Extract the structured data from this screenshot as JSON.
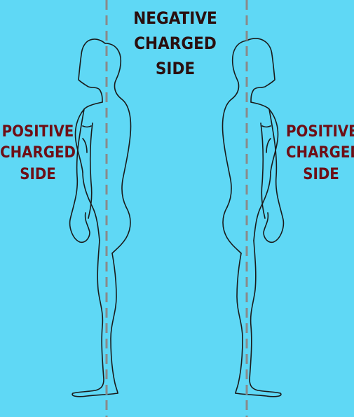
{
  "labels": {
    "negative": [
      "NEGATIVE",
      "CHARGED",
      "SIDE"
    ],
    "positive_left": [
      "POSITIVE",
      "CHARGED",
      "SIDE"
    ],
    "positive_right": [
      "POSITIVE",
      "CHARGED",
      "SIDE"
    ]
  },
  "colors": {
    "background": "#5fd8f5",
    "negative_text": "#2a0f0f",
    "positive_text": "#6e0f16",
    "body_outline": "#1a1a1a",
    "axis_line": "#8a8a8a"
  }
}
